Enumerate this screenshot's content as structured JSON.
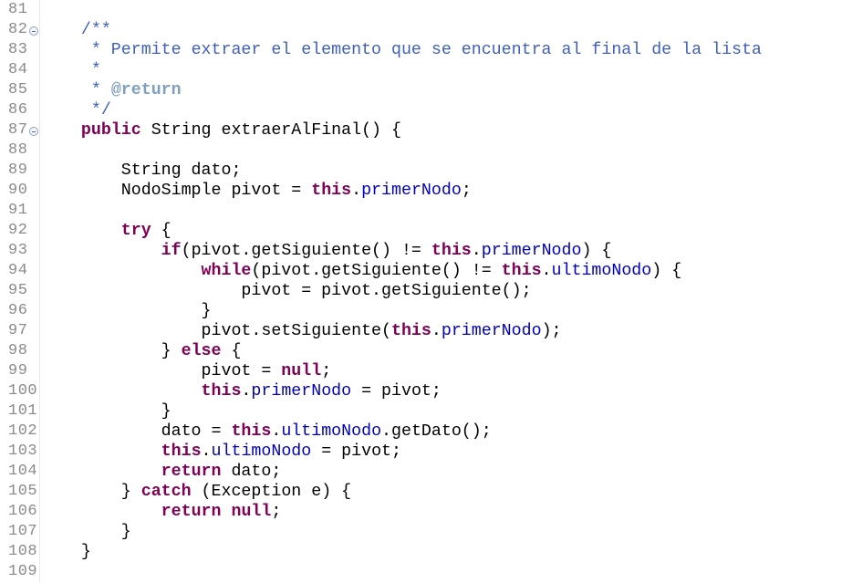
{
  "editor": {
    "language": "java",
    "colors": {
      "keyword": "#7f0055",
      "field": "#0000c0",
      "javadoc": "#3f5fbf",
      "javadoc_tag": "#7f9fbf",
      "line_number": "#8a8a8a",
      "background": "#ffffff"
    },
    "lines": [
      {
        "number": "81",
        "fold": false,
        "tokens": []
      },
      {
        "number": "82",
        "fold": true,
        "tokens": [
          {
            "t": "    ",
            "c": ""
          },
          {
            "t": "/**",
            "c": "cm"
          }
        ]
      },
      {
        "number": "83",
        "fold": false,
        "tokens": [
          {
            "t": "     ",
            "c": ""
          },
          {
            "t": "* Permite extraer el elemento que se encuentra al final de la lista",
            "c": "cm"
          }
        ]
      },
      {
        "number": "84",
        "fold": false,
        "tokens": [
          {
            "t": "     ",
            "c": ""
          },
          {
            "t": "*",
            "c": "cm"
          }
        ]
      },
      {
        "number": "85",
        "fold": false,
        "tokens": [
          {
            "t": "     ",
            "c": ""
          },
          {
            "t": "* ",
            "c": "cm"
          },
          {
            "t": "@return",
            "c": "tag"
          }
        ]
      },
      {
        "number": "86",
        "fold": false,
        "tokens": [
          {
            "t": "     ",
            "c": ""
          },
          {
            "t": "*/",
            "c": "cm"
          }
        ]
      },
      {
        "number": "87",
        "fold": true,
        "tokens": [
          {
            "t": "    ",
            "c": ""
          },
          {
            "t": "public",
            "c": "kw"
          },
          {
            "t": " String extraerAlFinal() {",
            "c": ""
          }
        ]
      },
      {
        "number": "88",
        "fold": false,
        "tokens": []
      },
      {
        "number": "89",
        "fold": false,
        "tokens": [
          {
            "t": "        String dato;",
            "c": ""
          }
        ]
      },
      {
        "number": "90",
        "fold": false,
        "tokens": [
          {
            "t": "        NodoSimple pivot = ",
            "c": ""
          },
          {
            "t": "this",
            "c": "kw"
          },
          {
            "t": ".",
            "c": ""
          },
          {
            "t": "primerNodo",
            "c": "field"
          },
          {
            "t": ";",
            "c": ""
          }
        ]
      },
      {
        "number": "91",
        "fold": false,
        "tokens": []
      },
      {
        "number": "92",
        "fold": false,
        "tokens": [
          {
            "t": "        ",
            "c": ""
          },
          {
            "t": "try",
            "c": "kw"
          },
          {
            "t": " {",
            "c": ""
          }
        ]
      },
      {
        "number": "93",
        "fold": false,
        "tokens": [
          {
            "t": "            ",
            "c": ""
          },
          {
            "t": "if",
            "c": "kw"
          },
          {
            "t": "(pivot.getSiguiente() != ",
            "c": ""
          },
          {
            "t": "this",
            "c": "kw"
          },
          {
            "t": ".",
            "c": ""
          },
          {
            "t": "primerNodo",
            "c": "field"
          },
          {
            "t": ") {",
            "c": ""
          }
        ]
      },
      {
        "number": "94",
        "fold": false,
        "tokens": [
          {
            "t": "                ",
            "c": ""
          },
          {
            "t": "while",
            "c": "kw"
          },
          {
            "t": "(pivot.getSiguiente() != ",
            "c": ""
          },
          {
            "t": "this",
            "c": "kw"
          },
          {
            "t": ".",
            "c": ""
          },
          {
            "t": "ultimoNodo",
            "c": "field"
          },
          {
            "t": ") {",
            "c": ""
          }
        ]
      },
      {
        "number": "95",
        "fold": false,
        "tokens": [
          {
            "t": "                    pivot = pivot.getSiguiente();",
            "c": ""
          }
        ]
      },
      {
        "number": "96",
        "fold": false,
        "tokens": [
          {
            "t": "                }",
            "c": ""
          }
        ]
      },
      {
        "number": "97",
        "fold": false,
        "tokens": [
          {
            "t": "                pivot.setSiguiente(",
            "c": ""
          },
          {
            "t": "this",
            "c": "kw"
          },
          {
            "t": ".",
            "c": ""
          },
          {
            "t": "primerNodo",
            "c": "field"
          },
          {
            "t": ");",
            "c": ""
          }
        ]
      },
      {
        "number": "98",
        "fold": false,
        "tokens": [
          {
            "t": "            } ",
            "c": ""
          },
          {
            "t": "else",
            "c": "kw"
          },
          {
            "t": " {",
            "c": ""
          }
        ]
      },
      {
        "number": "99",
        "fold": false,
        "tokens": [
          {
            "t": "                pivot = ",
            "c": ""
          },
          {
            "t": "null",
            "c": "kw"
          },
          {
            "t": ";",
            "c": ""
          }
        ]
      },
      {
        "number": "100",
        "fold": false,
        "tokens": [
          {
            "t": "                ",
            "c": ""
          },
          {
            "t": "this",
            "c": "kw"
          },
          {
            "t": ".",
            "c": ""
          },
          {
            "t": "primerNodo",
            "c": "field"
          },
          {
            "t": " = pivot;",
            "c": ""
          }
        ]
      },
      {
        "number": "101",
        "fold": false,
        "tokens": [
          {
            "t": "            }",
            "c": ""
          }
        ]
      },
      {
        "number": "102",
        "fold": false,
        "tokens": [
          {
            "t": "            dato = ",
            "c": ""
          },
          {
            "t": "this",
            "c": "kw"
          },
          {
            "t": ".",
            "c": ""
          },
          {
            "t": "ultimoNodo",
            "c": "field"
          },
          {
            "t": ".getDato();",
            "c": ""
          }
        ]
      },
      {
        "number": "103",
        "fold": false,
        "tokens": [
          {
            "t": "            ",
            "c": ""
          },
          {
            "t": "this",
            "c": "kw"
          },
          {
            "t": ".",
            "c": ""
          },
          {
            "t": "ultimoNodo",
            "c": "field"
          },
          {
            "t": " = pivot;",
            "c": ""
          }
        ]
      },
      {
        "number": "104",
        "fold": false,
        "tokens": [
          {
            "t": "            ",
            "c": ""
          },
          {
            "t": "return",
            "c": "kw"
          },
          {
            "t": " dato;",
            "c": ""
          }
        ]
      },
      {
        "number": "105",
        "fold": false,
        "tokens": [
          {
            "t": "        } ",
            "c": ""
          },
          {
            "t": "catch",
            "c": "kw"
          },
          {
            "t": " (Exception e) {",
            "c": ""
          }
        ]
      },
      {
        "number": "106",
        "fold": false,
        "tokens": [
          {
            "t": "            ",
            "c": ""
          },
          {
            "t": "return",
            "c": "kw"
          },
          {
            "t": " ",
            "c": ""
          },
          {
            "t": "null",
            "c": "kw"
          },
          {
            "t": ";",
            "c": ""
          }
        ]
      },
      {
        "number": "107",
        "fold": false,
        "tokens": [
          {
            "t": "        }",
            "c": ""
          }
        ]
      },
      {
        "number": "108",
        "fold": false,
        "tokens": [
          {
            "t": "    }",
            "c": ""
          }
        ]
      },
      {
        "number": "109",
        "fold": false,
        "tokens": []
      }
    ]
  }
}
